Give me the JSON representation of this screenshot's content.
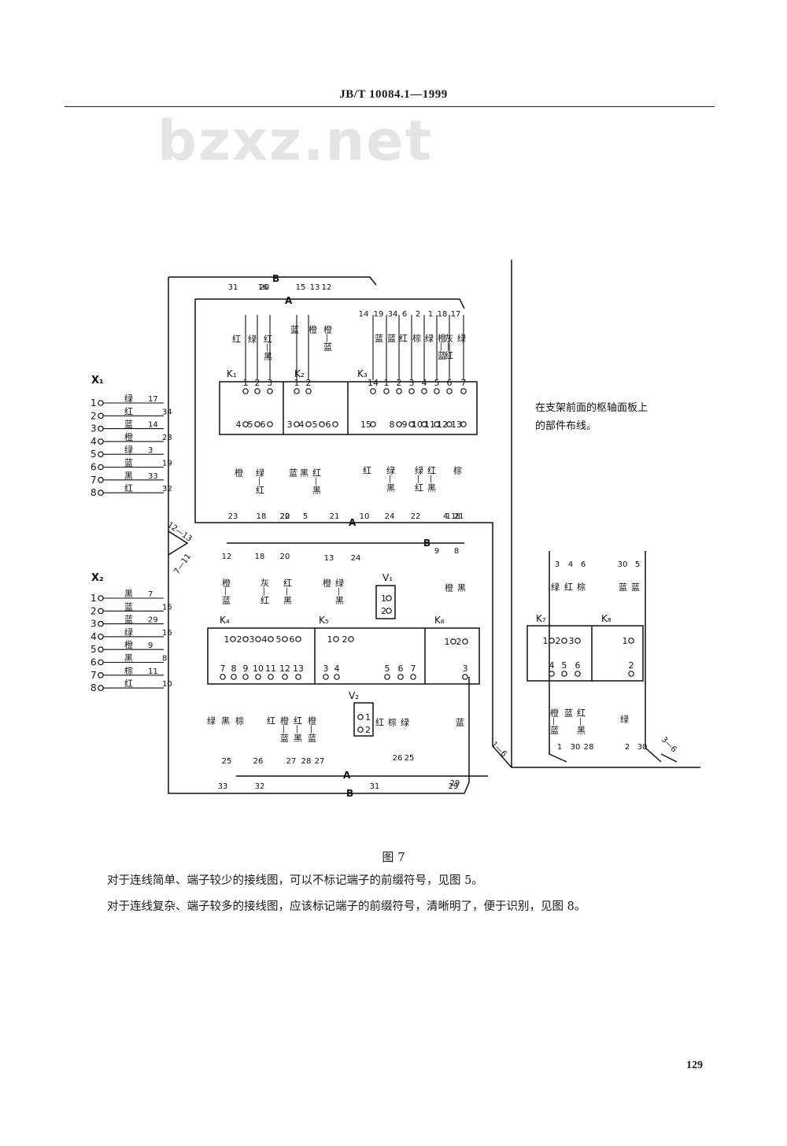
{
  "header": {
    "standard_no": "JB/T 10084.1—1999"
  },
  "watermark": "bzxz.net",
  "diagram": {
    "note": "在支架前面的枢轴面板上\n的部件布线。",
    "buses": {
      "A": "A",
      "B": "B"
    },
    "connectors": {
      "X1": {
        "label": "X₁",
        "pins": [
          "1",
          "2",
          "3",
          "4",
          "5",
          "6",
          "7",
          "8"
        ],
        "colors": [
          "绿",
          "红",
          "蓝",
          "橙",
          "绿",
          "蓝",
          "黑",
          "红"
        ],
        "wires": [
          "17",
          "34",
          "14",
          "23",
          "3",
          "19",
          "33",
          "32"
        ]
      },
      "X2": {
        "label": "X₂",
        "pins": [
          "1",
          "2",
          "3",
          "4",
          "5",
          "6",
          "7",
          "8"
        ],
        "colors": [
          "黑",
          "蓝",
          "蓝",
          "绿",
          "橙",
          "黑",
          "棕",
          "红"
        ],
        "wires": [
          "7",
          "15",
          "29",
          "16",
          "9",
          "8",
          "11",
          "10"
        ]
      }
    },
    "modules": {
      "K1": {
        "label": "K₁",
        "top": [
          "1",
          "2",
          "3"
        ],
        "bottom": [
          "4",
          "5",
          "6"
        ],
        "top_wires": [
          "31",
          "16",
          "20"
        ],
        "bottom_wires": [
          "23",
          "18",
          "20"
        ],
        "top_colors": [
          "红",
          "绿",
          "红—黑"
        ],
        "bottom_colors": [
          "橙",
          "绿—红"
        ]
      },
      "K2": {
        "label": "K₂",
        "top": [
          "1",
          "2"
        ],
        "bottom": [
          "3",
          "4",
          "5",
          "6"
        ],
        "top_wires": [
          "15",
          "13",
          "12"
        ],
        "bottom_wires": [
          "22",
          "5",
          "21"
        ],
        "top_colors": [
          "蓝",
          "橙",
          "橙—蓝"
        ],
        "bottom_colors": [
          "蓝",
          "黑",
          "红—黑"
        ]
      },
      "K3": {
        "label": "K₃",
        "top": [
          "14",
          "1",
          "2",
          "3",
          "4",
          "5",
          "6",
          "7"
        ],
        "bottom": [
          "15",
          "8",
          "9",
          "10",
          "11",
          "12",
          "13"
        ],
        "top_wires": [
          "14",
          "19",
          "34",
          "6",
          "2",
          "1",
          "18",
          "17"
        ],
        "bottom_wires": [
          "10",
          "24",
          "22",
          "4",
          "21",
          "11",
          "8"
        ],
        "top_colors": [
          "蓝",
          "蓝",
          "红",
          "棕",
          "绿",
          "橙—蓝",
          "灰—红",
          "绿"
        ],
        "bottom_colors": [
          "红",
          "绿—黑",
          "绿—红",
          "红—黑",
          "棕"
        ]
      },
      "K4": {
        "label": "K₄",
        "top": [
          "1",
          "2",
          "3",
          "4",
          "5",
          "6"
        ],
        "bottom": [
          "7",
          "8",
          "9",
          "10",
          "11",
          "12",
          "13"
        ],
        "top_wires": [
          "12",
          "18",
          "20"
        ],
        "bottom_wires": [
          "25",
          "26",
          "27",
          "28",
          "27"
        ],
        "top_colors": [
          "橙—蓝",
          "灰—红",
          "红—黑"
        ],
        "bottom_colors": [
          "绿",
          "黑",
          "棕",
          "红",
          "橙—蓝",
          "红—黑",
          "橙—蓝"
        ]
      },
      "K5": {
        "label": "K₅",
        "top": [
          "1",
          "2"
        ],
        "bottom": [
          "3",
          "4",
          "5",
          "6",
          "7"
        ],
        "top_wires": [
          "13",
          "24"
        ],
        "bottom_wires": [
          "26",
          "25"
        ],
        "top_colors": [
          "橙",
          "绿—黑"
        ],
        "bottom_colors": [
          "红",
          "棕",
          "绿"
        ]
      },
      "K6": {
        "label": "K₆",
        "top": [
          "1",
          "2"
        ],
        "bottom": [
          "3"
        ],
        "top_wires": [
          "9",
          "8"
        ],
        "bottom_wires": [
          "29"
        ],
        "top_colors": [
          "橙",
          "黑"
        ],
        "bottom_colors": [
          "蓝"
        ]
      },
      "K7": {
        "label": "K₇",
        "top": [
          "1",
          "2",
          "3"
        ],
        "bottom": [
          "4",
          "5",
          "6"
        ],
        "top_wires": [
          "3",
          "4",
          "6"
        ],
        "bottom_wires": [
          "1",
          "30",
          "28"
        ],
        "top_colors": [
          "绿",
          "红",
          "棕"
        ],
        "bottom_colors": [
          "橙—蓝",
          "蓝",
          "红—黑"
        ]
      },
      "K8": {
        "label": "K₈",
        "top": [
          "1"
        ],
        "bottom": [
          "2"
        ],
        "top_wires": [
          "30",
          "5"
        ],
        "bottom_wires": [
          "2",
          "30"
        ],
        "top_colors": [
          "蓝",
          "蓝"
        ],
        "bottom_colors": [
          "绿"
        ]
      },
      "V1": {
        "label": "V₁",
        "pins": [
          "1",
          "2"
        ]
      },
      "V2": {
        "label": "V₂",
        "pins": [
          "1",
          "2"
        ]
      }
    },
    "bundle_labels": [
      "12—13",
      "7—11",
      "1—6",
      "3—6"
    ],
    "bus_wires_bottom": [
      "33",
      "32",
      "31",
      "29"
    ]
  },
  "figure": {
    "caption": "图 7"
  },
  "body": {
    "para1": "对于连线简单、端子较少的接线图，可以不标记端子的前缀符号，见图 5。",
    "para2": "对于连线复杂、端子较多的接线图，应该标记端子的前缀符号，清晰明了，便于识别，见图 8。"
  },
  "page": {
    "number": "129"
  }
}
